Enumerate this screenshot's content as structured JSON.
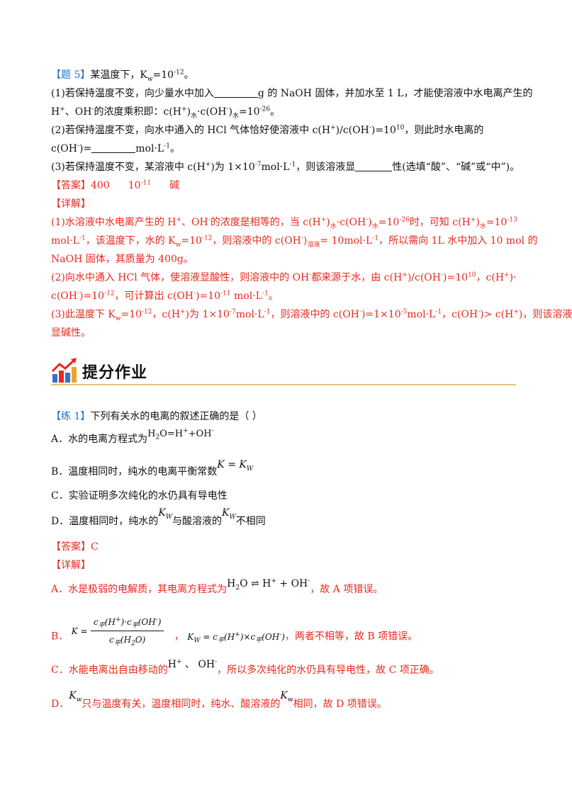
{
  "q5": {
    "tag": "【题 5】",
    "stem": "某温度下，Kw=10-12。",
    "part1a": "(1)若保持温度不变，向少量水中加入",
    "part1b": "g 的 NaOH 固体，并加水至 1 L，才能使溶液中水电离产生的",
    "part1c": "H+、OH-的浓度乘积即：c(H+)水·c(OH-)水=10-26。",
    "part2a": "(2)若保持温度不变，向水中通入的 HCl 气体恰好使溶液中 c(H+)/c(OH-)=1010，则此时水电离的",
    "part2b_pre": "c(OH-)=",
    "part2b_post": "mol·L-1。",
    "part3_pre": "(3)若保持温度不变，某溶液中 c(H+)为 1×10-7mol·L-1，则该溶液显",
    "part3_post": "性(选填“酸”、“碱”或“中”)。",
    "answer_label": "【答案】",
    "answer_values": [
      "400",
      "10-11",
      "碱"
    ],
    "detail_label": "【详解】",
    "detail_lines": [
      "(1)水溶液中水电离产生的 H+、OH-的浓度是相等的，当 c(H+)水·c(OH-)水=10-26时，可知 c(H+)水=10-13",
      "mol·L-1，该温度下，水的 Kw=10-12，则溶液中的 c(OH-)溶液= 10mol·L-1，所以需向 1L 水中加入 10  mol 的",
      "NaOH 固体，其质量为 400g。",
      "(2)向水中通入 HCl 气体，使溶液显酸性，则溶液中的 OH-都来源于水，由 c(H+)/c(OH-)=1010，c(H+)·",
      "c(OH-)=10-12，可计算出 c(OH-)=10-11  mol·L-1。",
      "(3)此温度下 Kw=10-12，c(H+)为 1×10-7mol·L-1，则溶液中的 c(OH-)=1×10-5mol·L-1，c(OH-)> c(H+)，则该溶液",
      "显碱性。"
    ]
  },
  "section": {
    "title": "提分作业",
    "icon": "rising-chart-icon"
  },
  "lian1": {
    "tag": "【练 1】",
    "stem": "下列有关水的电离的叙述正确的是（        ）",
    "options": {
      "a_pre": "A．水的电离方程式为",
      "a_eq": "H2O=H++OH-",
      "b_pre": "B．温度相同时，纯水的电离平衡常数",
      "b_eq": "K = KW",
      "c": "C．实验证明多次纯化的水仍具有导电性",
      "d_pre": "D．温度相同时，纯水的",
      "d_mid": "与酸溶液的",
      "d_post": "不相同",
      "kw": "KW"
    },
    "answer_label": "【答案】",
    "answer": "C",
    "detail_label": "【详解】",
    "explain_a_pre": "A．水是极弱的电解质，其电离方程式为",
    "explain_a_eq": "H2O ⇌ H+ + OH-",
    "explain_a_post": "，故 A 项错误。",
    "explain_b_pre": "B．",
    "explain_b_frac_num": "c平(H+)·c平(OH-)",
    "explain_b_frac_den": "c平(H2O)",
    "explain_b_k": "K =",
    "explain_b_kw": "KW = c平(H+)×c平(OH-)",
    "explain_b_post": "，两者不相等，故 B 项错误。",
    "explain_c_pre": "C．水能电离出自由移动的",
    "explain_c_ions": "H+ 、 OH-",
    "explain_c_post": "，所以多次纯化的水仍具有导电性，故 C 项正确。",
    "explain_d_pre": "D．",
    "explain_d_mid": "只与温度有关，温度相同时，纯水、酸溶液的",
    "explain_d_post": "相同，故 D 项错误。",
    "explain_d_kw": "Kw"
  },
  "colors": {
    "red": "#e8281e",
    "blue": "#1f6fd1",
    "rule": "#e9c07a"
  }
}
